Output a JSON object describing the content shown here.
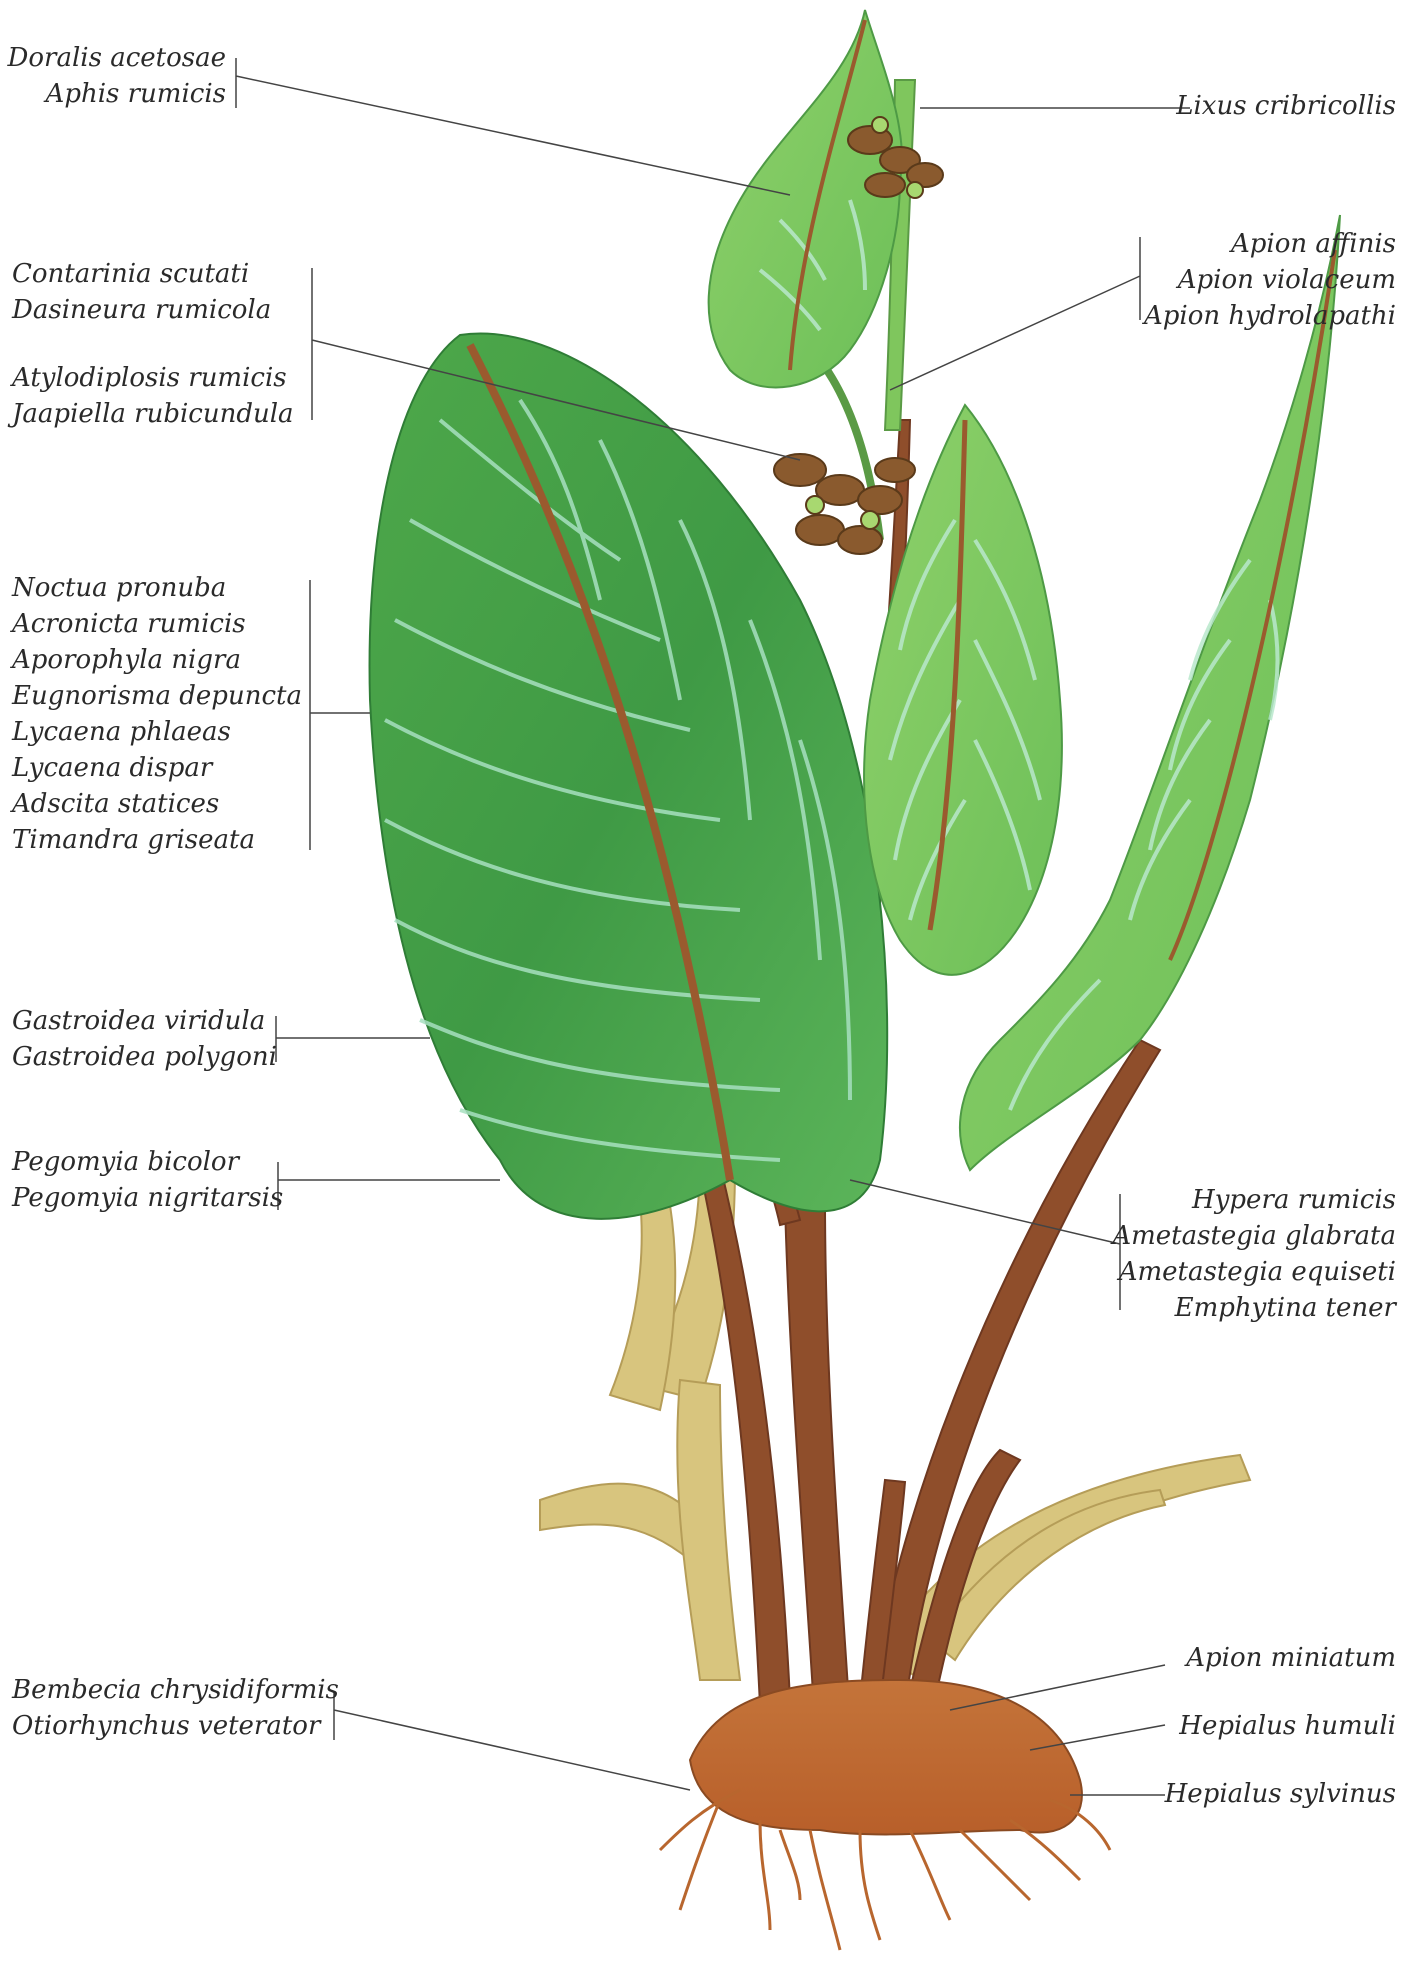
{
  "colors": {
    "leaf_dark": "#3f9a45",
    "leaf_mid": "#5fb54f",
    "leaf_light": "#8fd16a",
    "vein": "#a7e0c0",
    "midrib": "#9a5a2e",
    "stem": "#8a4a2a",
    "root": "#b8662e",
    "root_light": "#d6c078",
    "leader": "#444444"
  },
  "labels": {
    "g1": [
      "Doralis acetosae",
      "Aphis rumicis"
    ],
    "g2": [
      "Lixus cribricollis"
    ],
    "g3": [
      "Apion affinis",
      "Apion violaceum",
      "Apion hydrolapathi"
    ],
    "g4a": [
      "Contarinia scutati",
      "Dasineura rumicola"
    ],
    "g4b": [
      "Atylodiplosis rumicis",
      "Jaapiella rubicundula"
    ],
    "g5": [
      "Noctua pronuba",
      "Acronicta rumicis",
      "Aporophyla nigra",
      "Eugnorisma depuncta",
      "Lycaena phlaeas",
      "Lycaena dispar",
      "Adscita statices",
      "Timandra griseata"
    ],
    "g6": [
      "Gastroidea viridula",
      "Gastroidea polygoni"
    ],
    "g7": [
      "Pegomyia bicolor",
      "Pegomyia nigritarsis"
    ],
    "g8": [
      "Hypera rumicis",
      "Ametastegia glabrata",
      "Ametastegia equiseti",
      "Emphytina tener"
    ],
    "g9": [
      "Bembecia chrysidiformis",
      "Otiorhynchus veterator"
    ],
    "g10": [
      "Apion miniatum"
    ],
    "g11": [
      "Hepialus humuli"
    ],
    "g12": [
      "Hepialus sylvinus"
    ]
  }
}
